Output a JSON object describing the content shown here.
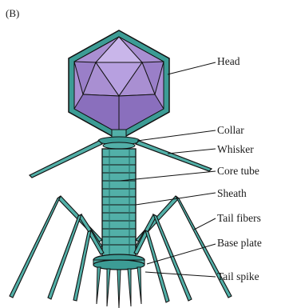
{
  "panel_label": "(B)",
  "labels": {
    "head": "Head",
    "collar": "Collar",
    "whisker": "Whisker",
    "core_tube": "Core tube",
    "sheath": "Sheath",
    "tail_fibers": "Tail fibers",
    "base_plate": "Base plate",
    "tail_spike": "Tail spike"
  },
  "colors": {
    "capsid_fill": "#a98fd2",
    "capsid_light": "#c9b6ea",
    "capsid_dark": "#8a6fbd",
    "shell": "#3c9c95",
    "shell_dark": "#1f6e68",
    "tail": "#52b0a8",
    "outline": "#111111"
  }
}
